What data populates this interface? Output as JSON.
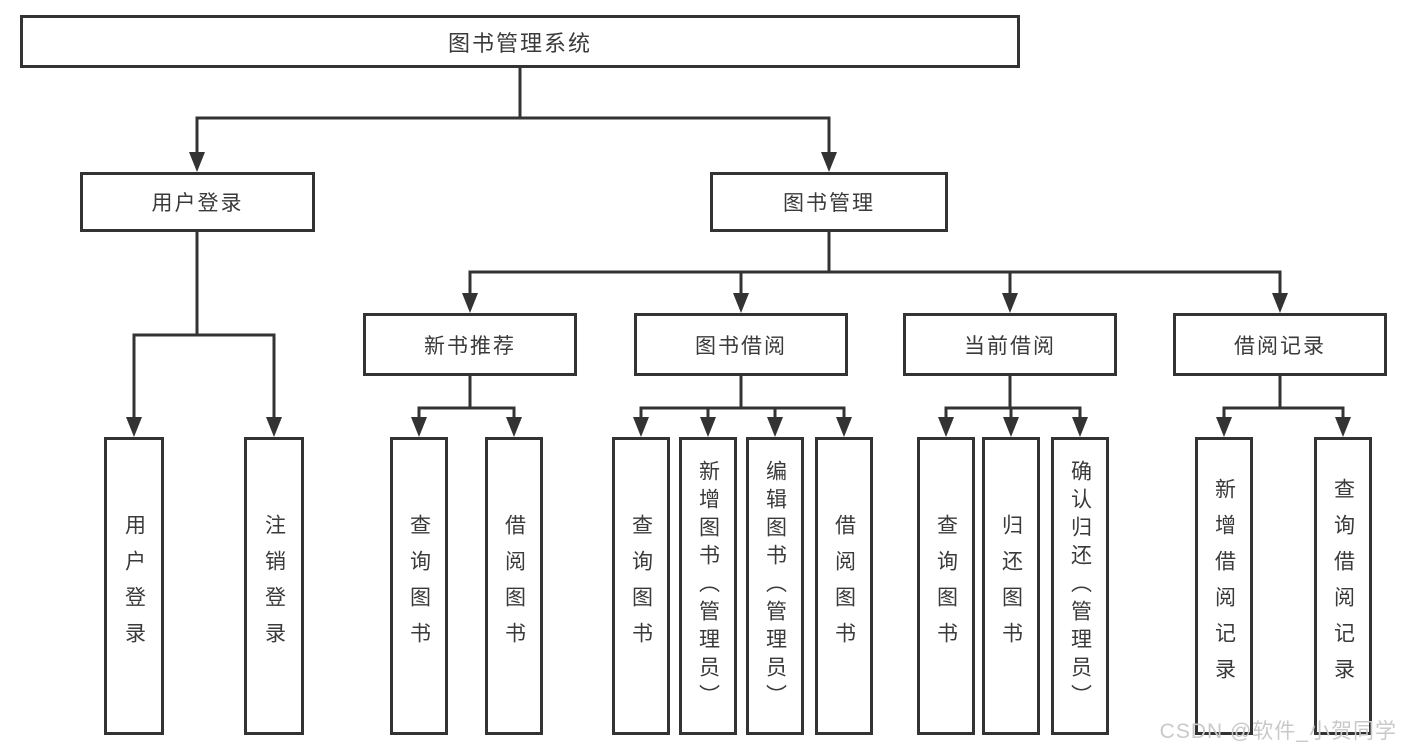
{
  "tree": {
    "root": "图书管理系统",
    "branches": [
      {
        "label": "用户登录",
        "children": [
          "用户登录",
          "注销登录"
        ]
      },
      {
        "label": "图书管理",
        "children": [
          {
            "label": "新书推荐",
            "children": [
              "查询图书",
              "借阅图书"
            ]
          },
          {
            "label": "图书借阅",
            "children": [
              "查询图书",
              "新增图书（管理员）",
              "编辑图书（管理员）",
              "借阅图书"
            ]
          },
          {
            "label": "当前借阅",
            "children": [
              "查询图书",
              "归还图书",
              "确认归还（管理员）"
            ]
          },
          {
            "label": "借阅记录",
            "children": [
              "新增借阅记录",
              "查询借阅记录"
            ]
          }
        ]
      }
    ]
  },
  "watermark": {
    "text": "CSDN @软件_小贺同学"
  },
  "colors": {
    "line": "#333333",
    "box_border": "#333333",
    "text": "#3a3a3a",
    "watermark": "#c9c9c9",
    "background": "#ffffff"
  }
}
